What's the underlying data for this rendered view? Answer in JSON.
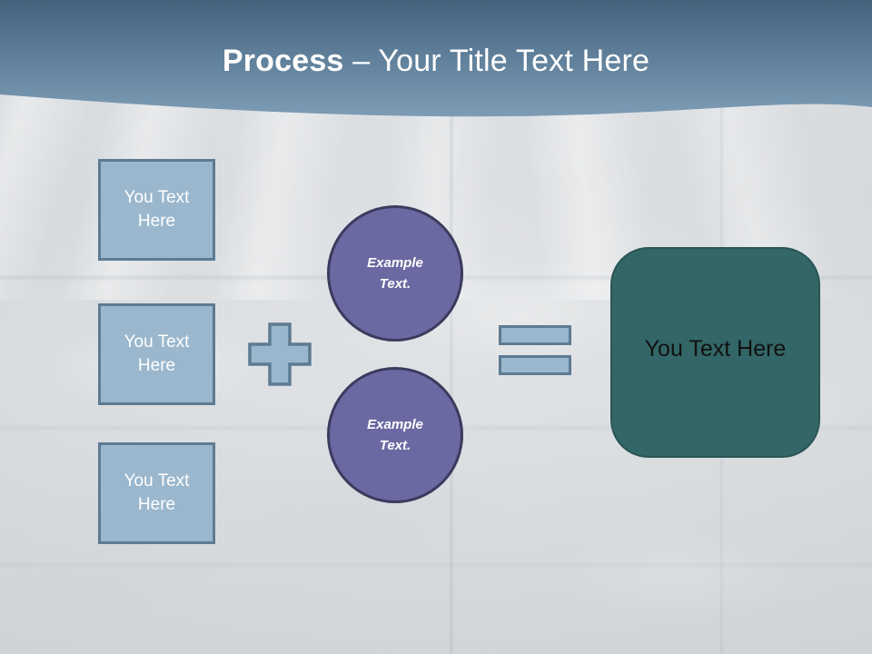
{
  "slide": {
    "title": {
      "bold_part": "Process",
      "rest_part": " – Your Title Text Here"
    },
    "colors": {
      "header_gradient_top": "#4a6580",
      "header_gradient_bottom": "#7d9cb5",
      "input_box_fill": "#9ab7cd",
      "input_box_border": "#5d7b92",
      "circle_fill": "#6b69a1",
      "circle_border": "#3c3a5e",
      "result_fill": "#336666",
      "result_border": "#2b5555",
      "background": "#d9dcdf",
      "title_text": "#ffffff",
      "result_text": "#111111"
    },
    "input_boxes": [
      {
        "line1": "You Text",
        "line2": "Here"
      },
      {
        "line1": "You Text",
        "line2": "Here"
      },
      {
        "line1": "You Text",
        "line2": "Here"
      }
    ],
    "operators": {
      "plus": "plus-sign",
      "equals": "equals-sign"
    },
    "circles": [
      {
        "line1": "Example",
        "line2": "Text."
      },
      {
        "line1": "Example",
        "line2": "Text."
      }
    ],
    "result": {
      "label": "You Text Here"
    }
  }
}
